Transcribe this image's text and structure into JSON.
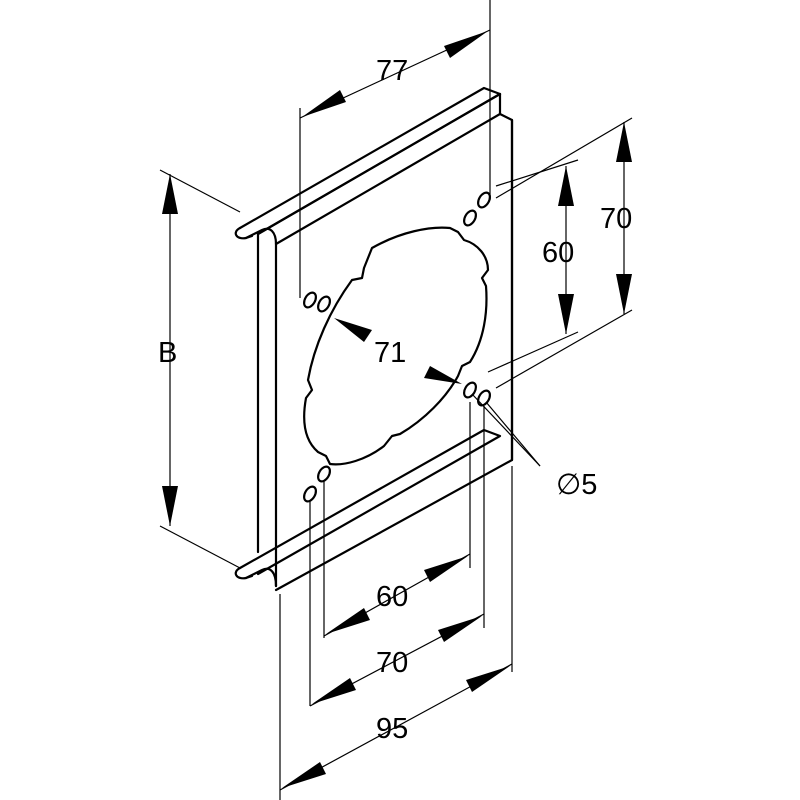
{
  "drawing": {
    "dimensions": {
      "top_width": "77",
      "outer_width": "95",
      "hole_spacing_inner_horizontal": "60",
      "hole_spacing_outer_horizontal": "70",
      "hole_spacing_inner_vertical": "60",
      "hole_spacing_outer_vertical": "70",
      "cutout_diameter": "71",
      "height": "B",
      "hole_diameter": "∅5"
    }
  }
}
